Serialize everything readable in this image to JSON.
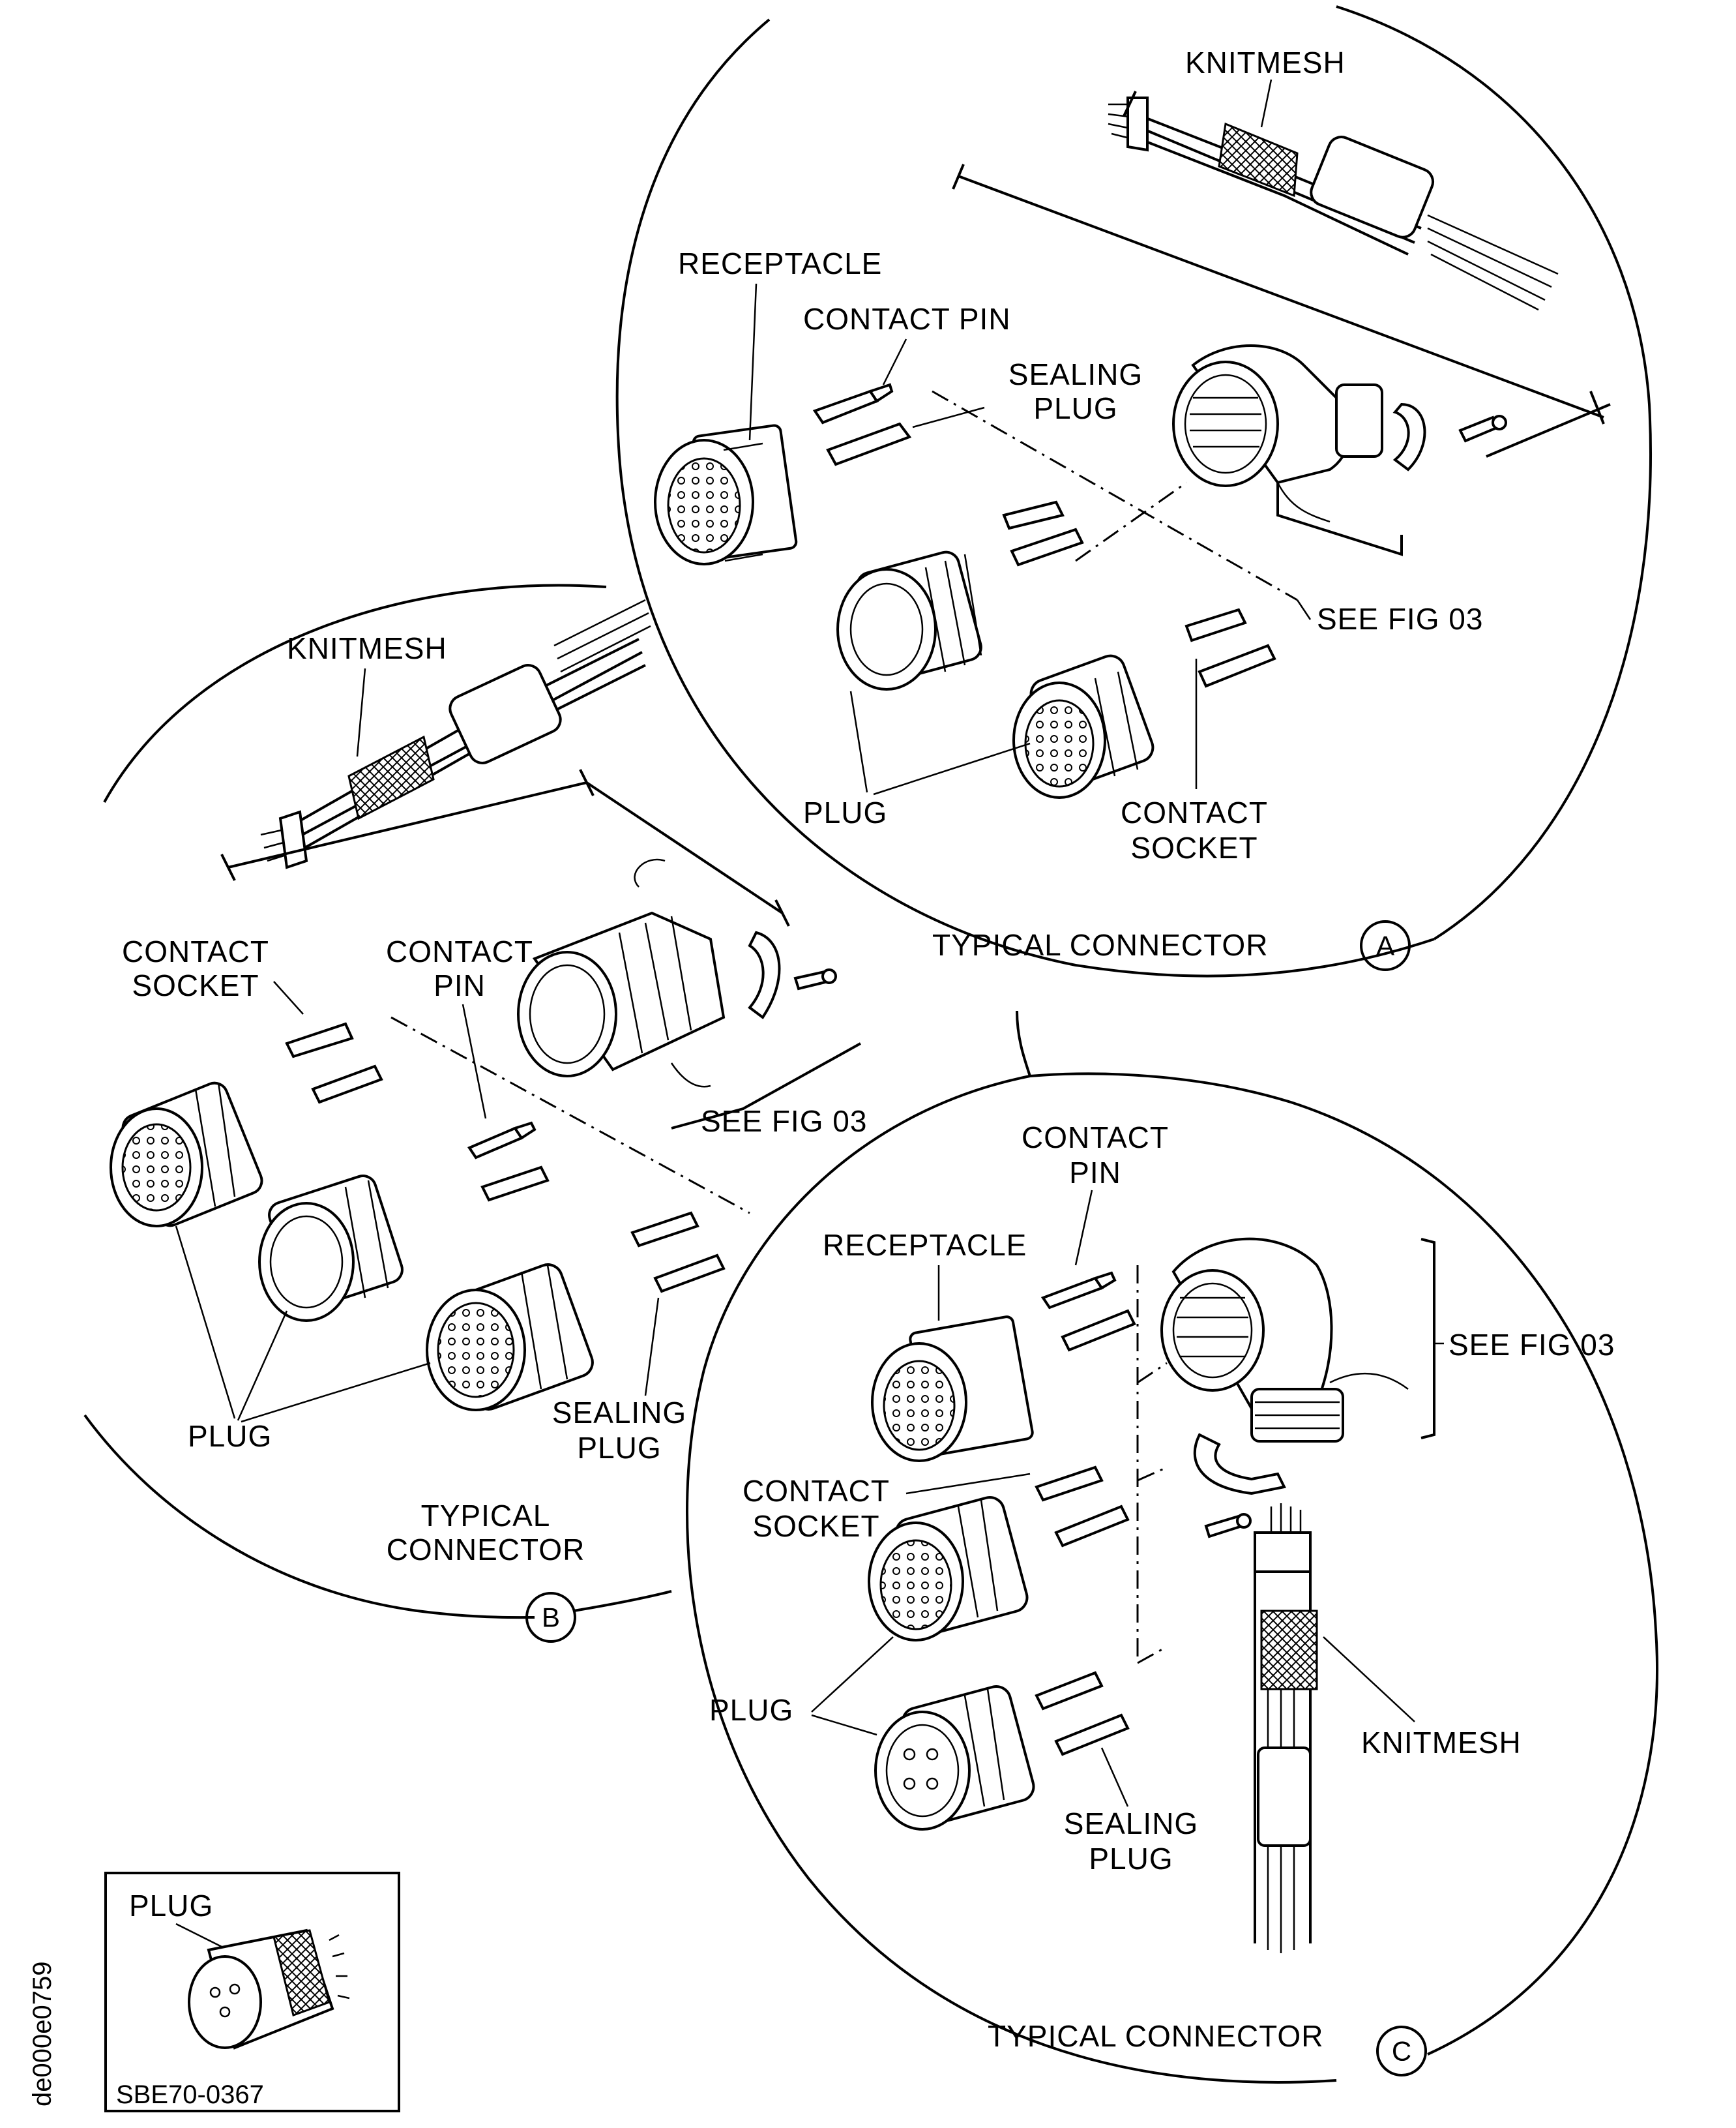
{
  "figure_id": "SBE70-0367",
  "side_code": "de000e0759",
  "detail_a": {
    "circle_letter": "A",
    "caption": "TYPICAL CONNECTOR",
    "labels": {
      "knitmesh": "KNITMESH",
      "receptacle": "RECEPTACLE",
      "contact_pin": "CONTACT PIN",
      "sealing_plug_1": "SEALING",
      "sealing_plug_2": "PLUG",
      "see_fig": "SEE FIG 03",
      "plug": "PLUG",
      "contact_socket_1": "CONTACT",
      "contact_socket_2": "SOCKET"
    }
  },
  "detail_b": {
    "circle_letter": "B",
    "caption_1": "TYPICAL",
    "caption_2": "CONNECTOR",
    "labels": {
      "knitmesh": "KNITMESH",
      "contact_socket_1": "CONTACT",
      "contact_socket_2": "SOCKET",
      "contact_pin_1": "CONTACT",
      "contact_pin_2": "PIN",
      "see_fig": "SEE FIG 03",
      "plug": "PLUG",
      "sealing_plug_1": "SEALING",
      "sealing_plug_2": "PLUG"
    }
  },
  "detail_c": {
    "circle_letter": "C",
    "caption": "TYPICAL CONNECTOR",
    "labels": {
      "contact_pin_1": "CONTACT",
      "contact_pin_2": "PIN",
      "receptacle": "RECEPTACLE",
      "see_fig": "SEE FIG 03",
      "contact_socket_1": "CONTACT",
      "contact_socket_2": "SOCKET",
      "plug": "PLUG",
      "knitmesh": "KNITMESH",
      "sealing_plug_1": "SEALING",
      "sealing_plug_2": "PLUG"
    }
  },
  "inset": {
    "label": "PLUG"
  },
  "colors": {
    "ink": "#000000",
    "paper": "#ffffff"
  }
}
